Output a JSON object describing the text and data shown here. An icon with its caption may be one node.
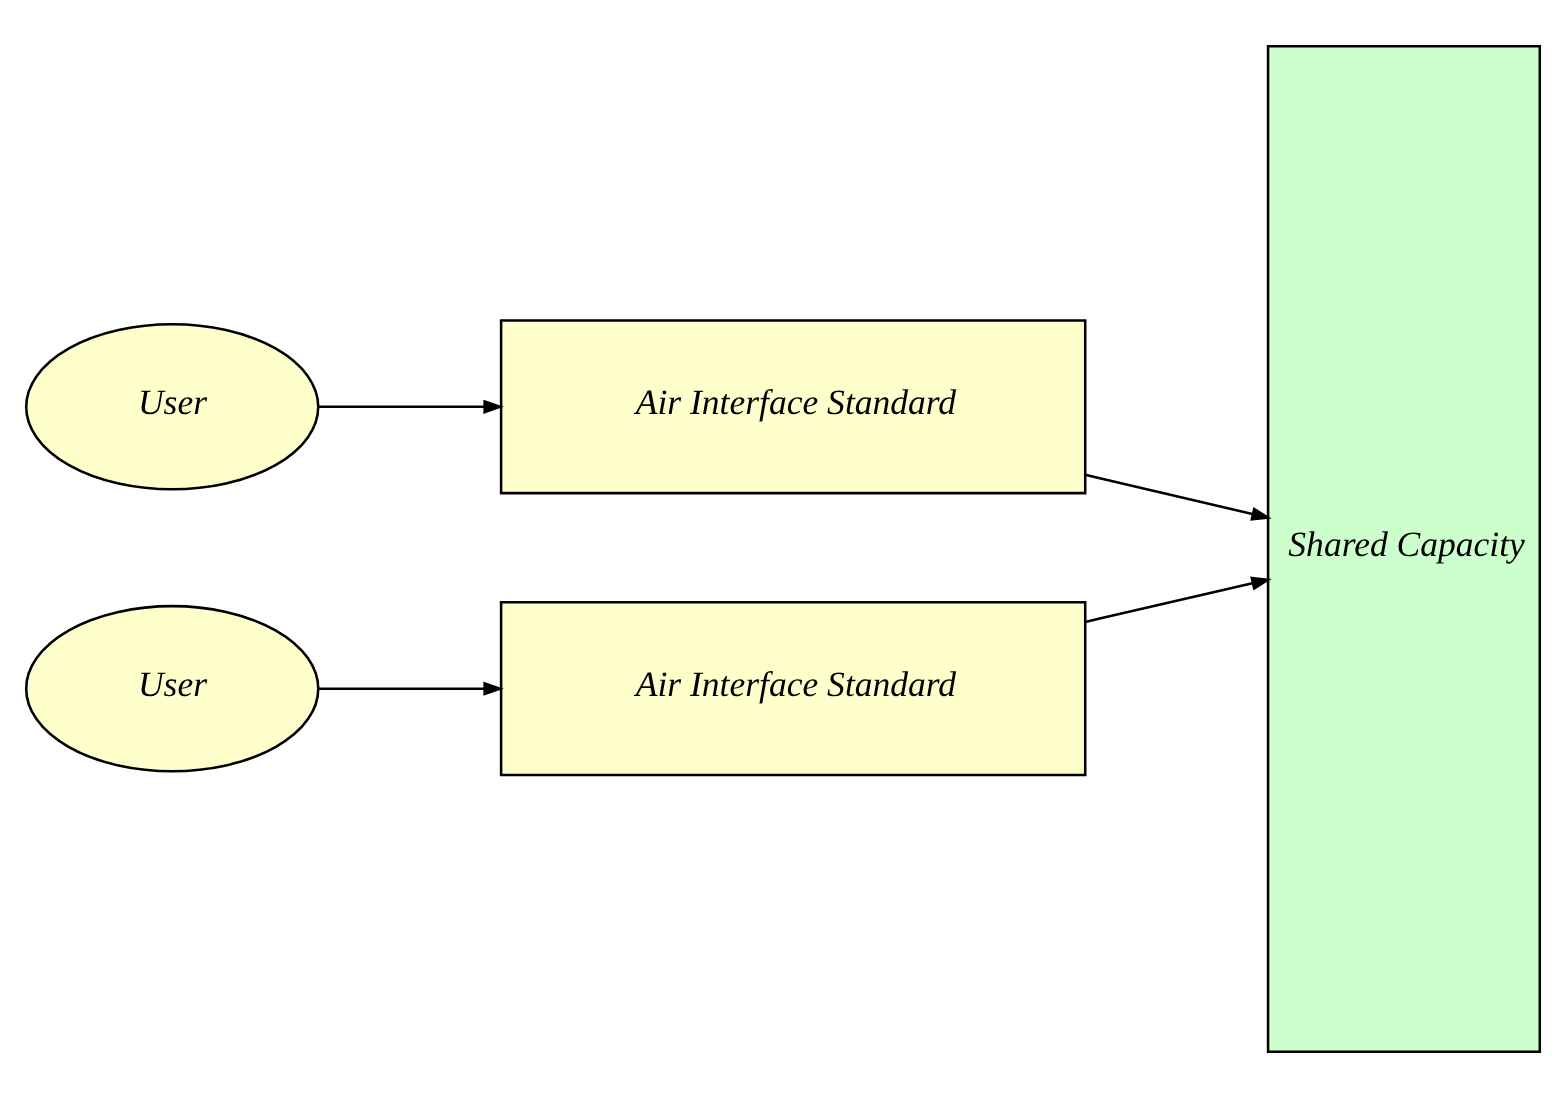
{
  "diagram": {
    "nodes": [
      {
        "text": [
          "User"
        ]
      },
      {
        "text": [
          "Air Interface Standard"
        ]
      },
      {
        "text": [
          "User"
        ]
      },
      {
        "text": [
          "Air Interface Standard"
        ]
      },
      {
        "text": [
          "Shared Capacity"
        ]
      }
    ],
    "edges": [
      {
        "from": 0,
        "to": 1,
        "arrow": "to"
      },
      {
        "from": 1,
        "to": 4,
        "arrow": "to"
      },
      {
        "from": 2,
        "to": 3,
        "arrow": "to"
      },
      {
        "from": 3,
        "to": 4,
        "arrow": "to"
      }
    ]
  }
}
